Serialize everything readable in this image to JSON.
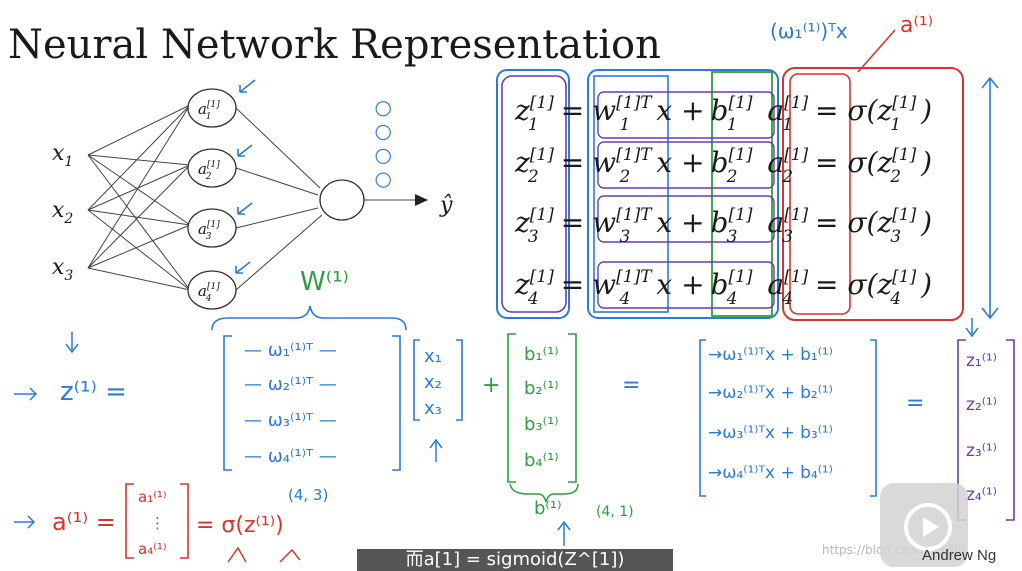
{
  "title": "Neural Network Representation",
  "network": {
    "inputs": [
      "x",
      "x",
      "x"
    ],
    "input_subscripts": [
      "1",
      "2",
      "3"
    ],
    "hidden_nodes": [
      "a",
      "a",
      "a",
      "a"
    ],
    "hidden_superscript": "[1]",
    "hidden_subscripts": [
      "1",
      "2",
      "3",
      "4"
    ],
    "output": "ŷ"
  },
  "equations": {
    "rows": [
      {
        "z": "z",
        "sup": "[1]",
        "sub": "1",
        "w": "w",
        "wsup": "[1]T",
        "x": "x +",
        "b": "b",
        "a": "a",
        "sigma": "= σ(z",
        "close": ")"
      },
      {
        "z": "z",
        "sup": "[1]",
        "sub": "2",
        "w": "w",
        "wsup": "[1]T",
        "x": "x +",
        "b": "b",
        "a": "a",
        "sigma": "= σ(z",
        "close": ")"
      },
      {
        "z": "z",
        "sup": "[1]",
        "sub": "3",
        "w": "w",
        "wsup": "[1]T",
        "x": "x +",
        "b": "b",
        "a": "a",
        "sigma": "= σ(z",
        "close": ")"
      },
      {
        "z": "z",
        "sup": "[1]",
        "sub": "4",
        "w": "w",
        "wsup": "[1]T",
        "x": "x +",
        "b": "b",
        "a": "a",
        "sigma": "= σ(z",
        "close": ")"
      }
    ],
    "eq": "="
  },
  "annotations": {
    "top_w": "(ω₁⁽¹⁾)ᵀx",
    "top_a": "a⁽¹⁾",
    "W_label": "W⁽¹⁾",
    "z_label": "z⁽¹⁾ =",
    "a_label": "a⁽¹⁾ =",
    "sigma_rhs": "= σ(z⁽¹⁾)",
    "dim_W": "(4, 3)",
    "dim_b": "(4, 1)",
    "b_label": "b⁽¹⁾",
    "plus": "+",
    "equals": "=",
    "w_rows": [
      "— ω₁⁽¹⁾ᵀ —",
      "— ω₂⁽¹⁾ᵀ —",
      "— ω₃⁽¹⁾ᵀ —",
      "— ω₄⁽¹⁾ᵀ —"
    ],
    "x_vec": [
      "x₁",
      "x₂",
      "x₃"
    ],
    "b_vec": [
      "b₁⁽¹⁾",
      "b₂⁽¹⁾",
      "b₃⁽¹⁾",
      "b₄⁽¹⁾"
    ],
    "wx_rows": [
      "→ω₁⁽¹⁾ᵀx + b₁⁽¹⁾",
      "→ω₂⁽¹⁾ᵀx + b₂⁽¹⁾",
      "→ω₃⁽¹⁾ᵀx + b₃⁽¹⁾",
      "→ω₄⁽¹⁾ᵀx + b₄⁽¹⁾"
    ],
    "z_vec": [
      "z₁⁽¹⁾",
      "z₂⁽¹⁾",
      "z₃⁽¹⁾",
      "z₄⁽¹⁾"
    ],
    "a_vec": [
      "a₁⁽¹⁾",
      "⋮",
      "a₄⁽¹⁾"
    ],
    "dots": "○ ○ ○ ○"
  },
  "caption": "而a[1] = sigmoid(Z^[1])",
  "watermark": "https://blog.csdn.net/jfh",
  "author": "Andrew Ng",
  "colors": {
    "blue": "#2a7bd6",
    "green": "#2e9e3e",
    "red": "#d9342b",
    "purple": "#6a3da8",
    "ink": "#1a1a1a"
  }
}
